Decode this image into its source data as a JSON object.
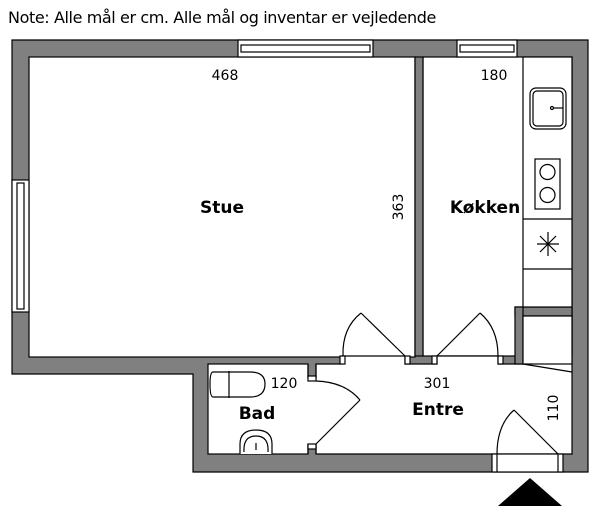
{
  "note": "Note: Alle mål er cm. Alle mål og inventar er vejledende",
  "rooms": {
    "stue": {
      "name": "Stue",
      "width": "468",
      "depth": "363"
    },
    "kitchen": {
      "name": "Køkken",
      "width": "180"
    },
    "bath": {
      "name": "Bad",
      "width": "120"
    },
    "entry": {
      "name": "Entre",
      "width": "301",
      "depth": "110"
    }
  },
  "colors": {
    "wall": "#808080",
    "floor": "#ffffff",
    "line": "#000000"
  }
}
